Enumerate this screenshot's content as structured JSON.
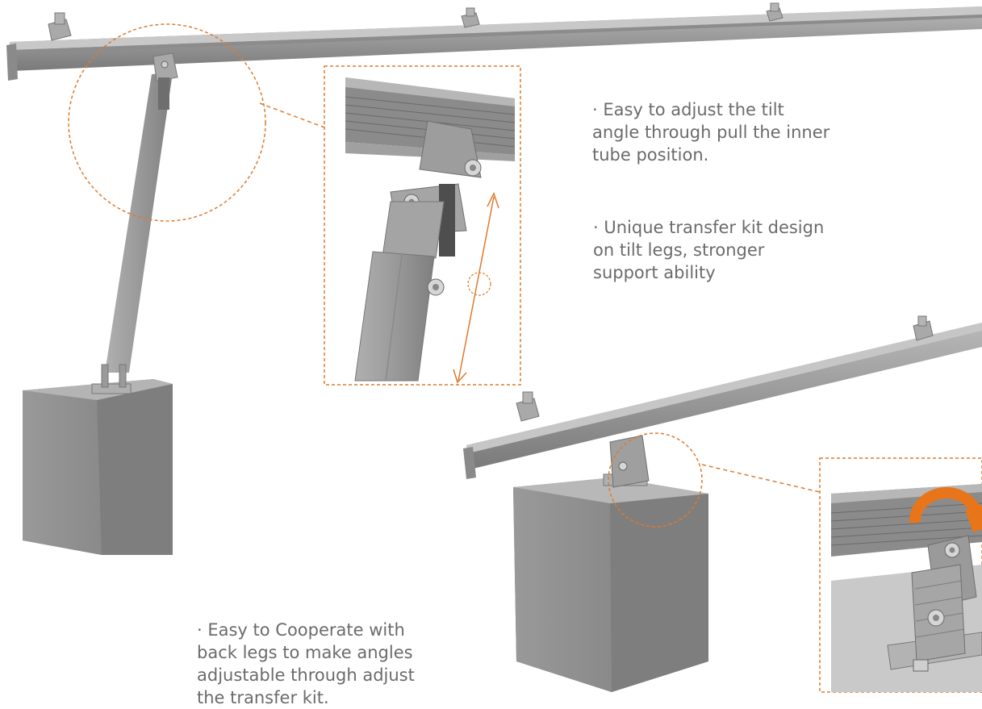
{
  "features": {
    "tilt_adjust": "· Easy to adjust the tilt angle through pull the inner tube position.",
    "transfer_kit": "· Unique transfer kit design on tilt legs, stronger support ability",
    "cooperate": "· Easy to Cooperate with back legs to make angles adjustable through adjust the transfer kit."
  },
  "colors": {
    "accent": "#e07a2c",
    "text": "#6b6b6b",
    "metal": "#9b9b9b",
    "block": "#8f8f8f"
  }
}
